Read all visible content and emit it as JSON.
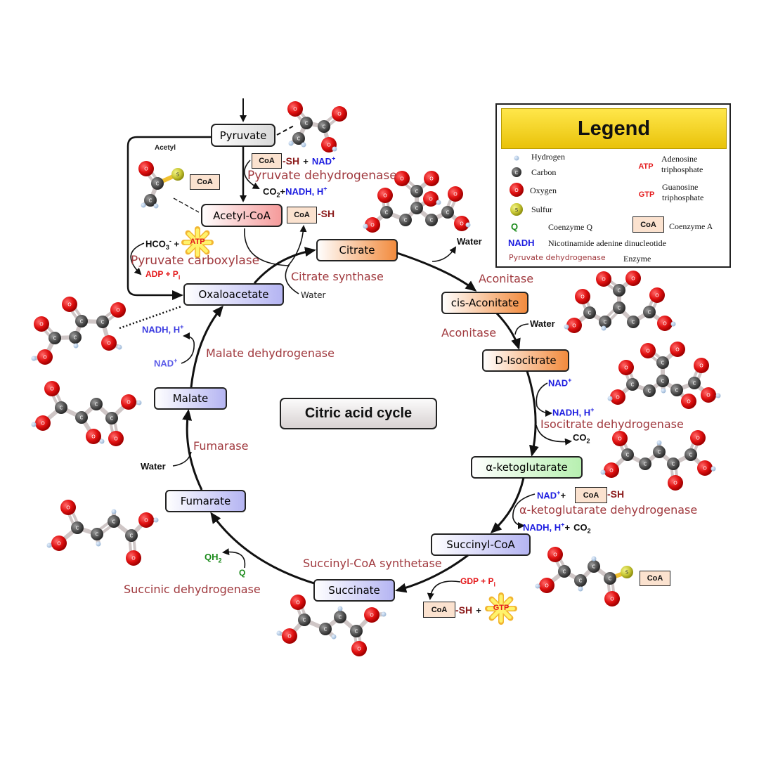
{
  "title": "Citric acid cycle",
  "colors": {
    "enzyme": "#a0393e",
    "nadh": "#1d1de0",
    "atp_gtp": "#e41a1c",
    "coenzyme_q": "#1a8a1a",
    "coa_fill": "#fbe2cf",
    "legend_header": "#f2d21c"
  },
  "legend": {
    "title": "Legend",
    "items": [
      {
        "symbol": "hydrogen-atom",
        "label": "Hydrogen"
      },
      {
        "symbol": "carbon-atom",
        "glyph": "C",
        "label": "Carbon"
      },
      {
        "symbol": "oxygen-atom",
        "glyph": "O",
        "label": "Oxygen"
      },
      {
        "symbol": "sulfur-atom",
        "glyph": "S",
        "label": "Sulfur"
      },
      {
        "symbol": "Q",
        "label": "Coenzyme Q"
      },
      {
        "symbol": "NADH",
        "label": "Nicotinamide adenine dinucleotide"
      },
      {
        "symbol": "Pyruvate dehydrogenase",
        "label": "Enzyme"
      },
      {
        "symbol": "ATP",
        "label_line1": "Adenosine",
        "label_line2": "triphosphate"
      },
      {
        "symbol": "GTP",
        "label_line1": "Guanosine",
        "label_line2": "triphosphate"
      },
      {
        "symbol": "CoA",
        "label": "Coenzyme A"
      }
    ]
  },
  "metabolites": {
    "pyruvate": "Pyruvate",
    "acetyl_coa": "Acetyl-CoA",
    "citrate": "Citrate",
    "cis_aconitate": "cis-Aconitate",
    "d_isocitrate": "D-Isocitrate",
    "alpha_ketoglutarate": "α-ketoglutarate",
    "succinyl_coa": "Succinyl-CoA",
    "succinate": "Succinate",
    "fumarate": "Fumarate",
    "malate": "Malate",
    "oxaloacetate": "Oxaloacetate"
  },
  "enzymes": {
    "pyruvate_dehydrogenase": "Pyruvate dehydrogenase",
    "pyruvate_carboxylase": "Pyruvate carboxylase",
    "citrate_synthase": "Citrate synthase",
    "aconitase_1": "Aconitase",
    "aconitase_2": "Aconitase",
    "isocitrate_dehydrogenase": "Isocitrate dehydrogenase",
    "akg_dehydrogenase": "α-ketoglutarate dehydrogenase",
    "succinyl_coa_synthetase": "Succinyl-CoA synthetase",
    "succinic_dehydrogenase": "Succinic dehydrogenase",
    "fumarase": "Fumarase",
    "malate_dehydrogenase": "Malate dehydrogenase"
  },
  "cofactors": {
    "acetyl_label": "Acetyl",
    "coa": "CoA",
    "sh": "-SH",
    "plus": "+",
    "nad_plus": "NAD",
    "plus_sup": "+",
    "co2": "CO",
    "sub_2": "2",
    "nadh_h": "NADH, H",
    "hco3": "HCO",
    "sub_3": "3",
    "sup_minus": "-",
    "atp": "ATP",
    "gtp": "GTP",
    "adp_pi": "ADP + P",
    "gdp_pi": "GDP + P",
    "sub_i": "i",
    "water": "Water",
    "q": "Q",
    "qh": "QH"
  }
}
